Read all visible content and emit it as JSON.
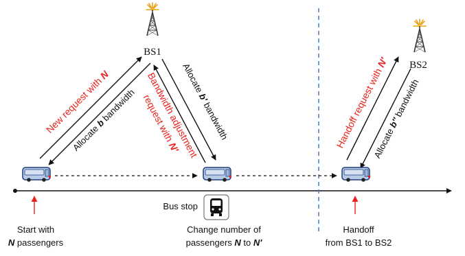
{
  "base_stations": [
    {
      "label": "BS1"
    },
    {
      "label": "BS2"
    }
  ],
  "messages": {
    "new_request": {
      "text": "New request with ",
      "var": "N"
    },
    "allocate_b": {
      "pre": "Allocate ",
      "var": "b",
      "post": " bandwidth"
    },
    "bw_adjust_line1": "Bandwidth adjustment",
    "bw_adjust_line2": {
      "text": "request with ",
      "var": "N′"
    },
    "allocate_b_prime": {
      "pre": "Allocate ",
      "var": "b′",
      "post": " bandwidth"
    },
    "handoff_request": {
      "text": "Handoff request with ",
      "var": "N′"
    },
    "allocate_b_dprime": {
      "pre": "Allocate ",
      "var": "b″",
      "post": " bandwidth"
    }
  },
  "bus_stop_label": "Bus stop",
  "captions": {
    "start": {
      "line1": "Start with",
      "line2_var": "N",
      "line2_rest": " passengers"
    },
    "change": {
      "line1": "Change number of",
      "line2_pre": "passengers ",
      "var1": "N",
      "mid": " to ",
      "var2": "N′"
    },
    "handoff": {
      "line1": "Handoff",
      "line2": "from BS1 to BS2"
    }
  },
  "colors": {
    "message_red": "#e8231e",
    "text_black": "#111111",
    "bus_fill": "#b8cce8",
    "divider_blue": "#3d7dc4",
    "tower_dark": "#333333",
    "antenna_glow": "#e6a21a"
  },
  "icons": [
    "tower-icon",
    "bus-icon",
    "bus-stop-icon"
  ]
}
